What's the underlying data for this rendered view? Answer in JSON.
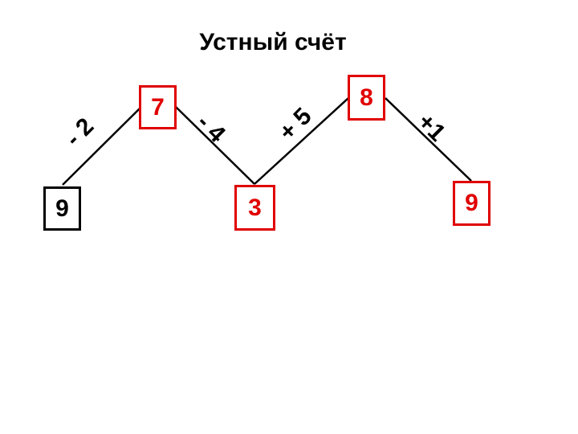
{
  "title": "Устный счёт",
  "colors": {
    "given": "#000000",
    "answer": "#e00000"
  },
  "nodes": [
    {
      "id": "n1",
      "value": "9",
      "style": "black"
    },
    {
      "id": "n2",
      "value": "7",
      "style": "red"
    },
    {
      "id": "n3",
      "value": "3",
      "style": "red"
    },
    {
      "id": "n4",
      "value": "8",
      "style": "red"
    },
    {
      "id": "n5",
      "value": "9",
      "style": "red"
    }
  ],
  "operations": [
    {
      "from": "n1",
      "to": "n2",
      "label": "- 2"
    },
    {
      "from": "n2",
      "to": "n3",
      "label": "- 4"
    },
    {
      "from": "n3",
      "to": "n4",
      "label": "+ 5"
    },
    {
      "from": "n4",
      "to": "n5",
      "label": "+1"
    }
  ]
}
